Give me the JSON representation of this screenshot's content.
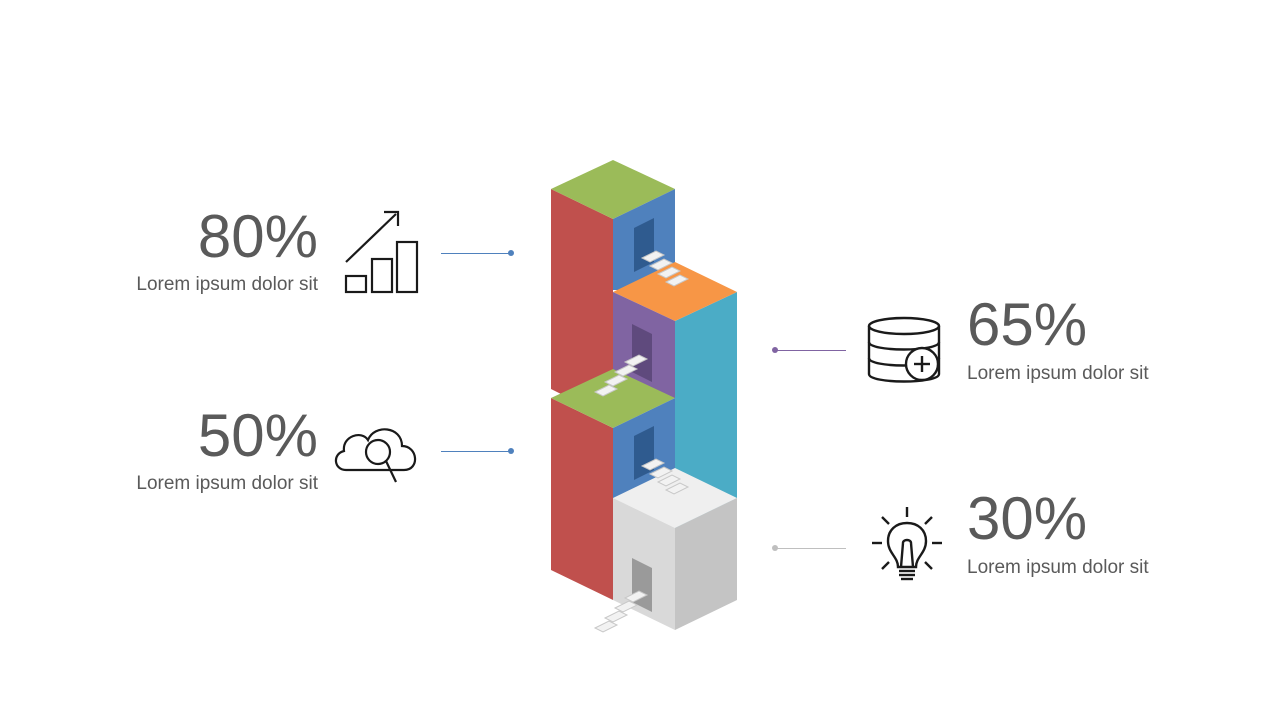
{
  "items": [
    {
      "percent": "80%",
      "text": "Lorem ipsum dolor sit",
      "icon": "growth-chart-icon",
      "color": "#4F81BD"
    },
    {
      "percent": "50%",
      "text": "Lorem ipsum dolor sit",
      "icon": "cloud-search-icon",
      "color": "#4F81BD"
    },
    {
      "percent": "65%",
      "text": "Lorem ipsum dolor sit",
      "icon": "database-add-icon",
      "color": "#8064A2"
    },
    {
      "percent": "30%",
      "text": "Lorem ipsum dolor sit",
      "icon": "lightbulb-icon",
      "color": "#BFBFBF"
    }
  ],
  "colors": {
    "red": "#C0504D",
    "green": "#9BBB59",
    "blue": "#4F81BD",
    "orange": "#F79646",
    "purple": "#8064A2",
    "teal": "#4BACC6",
    "gray": "#D9D9D9",
    "text": "#5A5A5A"
  }
}
